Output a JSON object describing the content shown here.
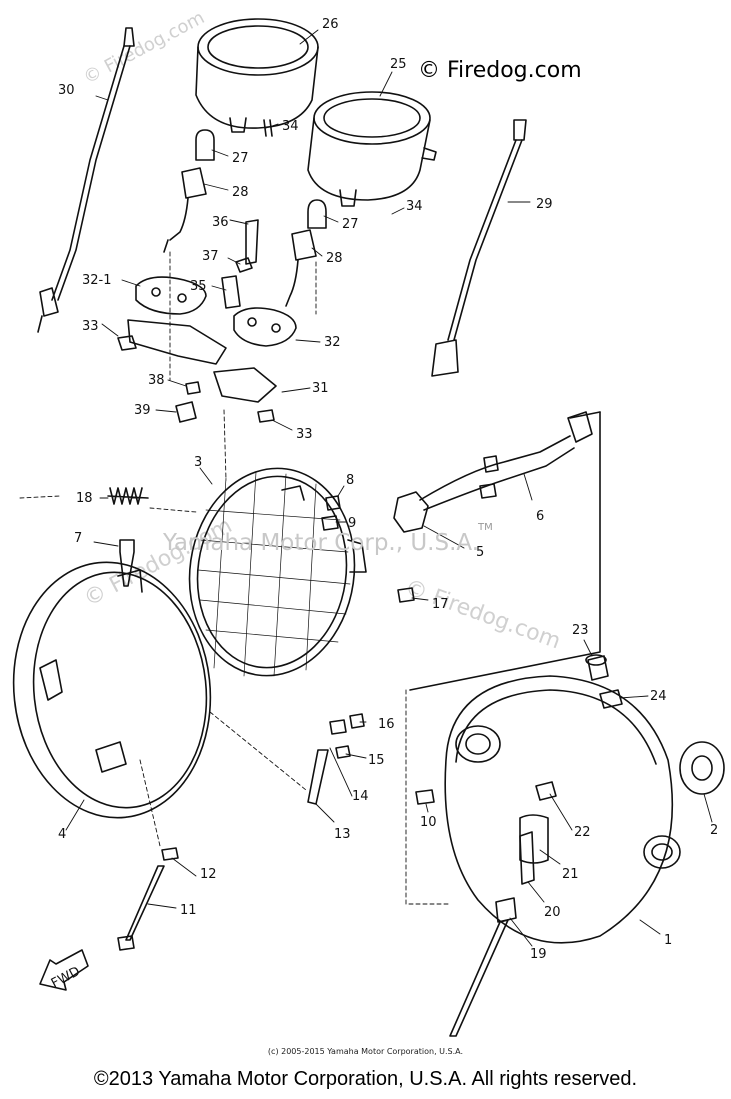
{
  "watermarks": {
    "firedog": "© Firedog.com",
    "firedog_faint": "© Firedog.com",
    "yamaha": "Yamaha Motor Corp., U.S.A.",
    "tm": "TM"
  },
  "footer": {
    "small_copyright": "(c) 2005-2015 Yamaha Motor Corporation, U.S.A.",
    "copyright": "©2013 Yamaha Motor Corporation, U.S.A. All rights reserved."
  },
  "fwd_label": "FWD",
  "callouts": [
    "1",
    "2",
    "3",
    "4",
    "5",
    "6",
    "7",
    "8",
    "9",
    "10",
    "11",
    "12",
    "13",
    "14",
    "15",
    "16",
    "17",
    "18",
    "19",
    "20",
    "21",
    "22",
    "23",
    "24",
    "25",
    "26",
    "27",
    "27",
    "28",
    "28",
    "29",
    "30",
    "31",
    "32",
    "32-1",
    "33",
    "33",
    "34",
    "34",
    "35",
    "36",
    "37",
    "38",
    "39"
  ]
}
